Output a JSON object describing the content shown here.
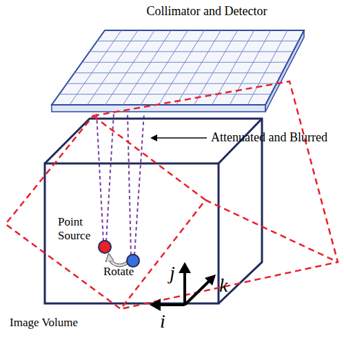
{
  "diagram": {
    "labels": [
      "Collimator and Detector",
      "Attenuated and Blurred",
      "Point Source",
      "Rotate",
      "j",
      "k",
      "i",
      "Image Volume"
    ]
  }
}
